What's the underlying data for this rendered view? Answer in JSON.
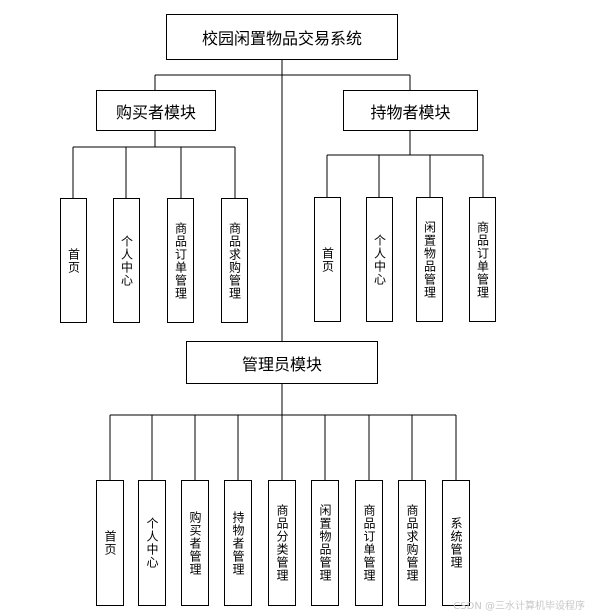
{
  "root": {
    "label": "校园闲置物品交易系统"
  },
  "buyer": {
    "label": "购买者模块",
    "items": [
      "首页",
      "个人中心",
      "商品订单管理",
      "商品求购管理"
    ]
  },
  "holder": {
    "label": "持物者模块",
    "items": [
      "首页",
      "个人中心",
      "闲置物品管理",
      "商品订单管理"
    ]
  },
  "admin": {
    "label": "管理员模块",
    "items": [
      "首页",
      "个人中心",
      "购买者管理",
      "持物者管理",
      "商品分类管理",
      "闲置物品管理",
      "商品订单管理",
      "商品求购管理",
      "系统管理"
    ]
  },
  "watermark": "CSDN @三水计算机毕设程序"
}
